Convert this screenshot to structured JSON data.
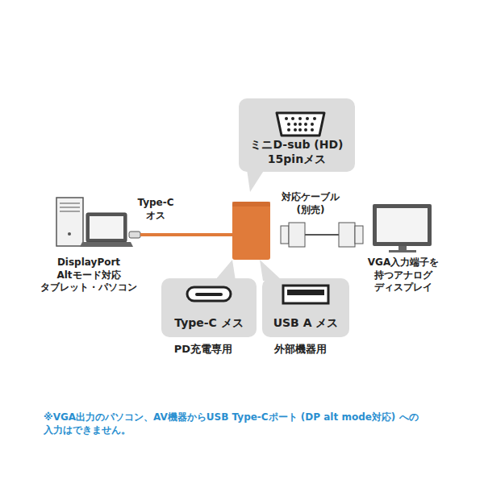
{
  "diagram": {
    "nodes": [
      {
        "text": [
          "ミニD-sub (HD) 15pinメス"
        ]
      },
      {
        "text": [
          "Type-C メス"
        ]
      },
      {
        "text": [
          "USB A メス"
        ]
      }
    ],
    "labels": [
      "Type-C オス",
      "DisplayPort Altモード対応 タブレット・パソコン",
      "対応ケーブル (別売)",
      "VGA入力端子を 持つアナログ ディスプレイ",
      "PD充電専用",
      "外部機器用",
      "※VGA出力のパソコン、AV機器からUSB Type-Cポート (DP alt mode対応) への 入力はできません。"
    ]
  }
}
